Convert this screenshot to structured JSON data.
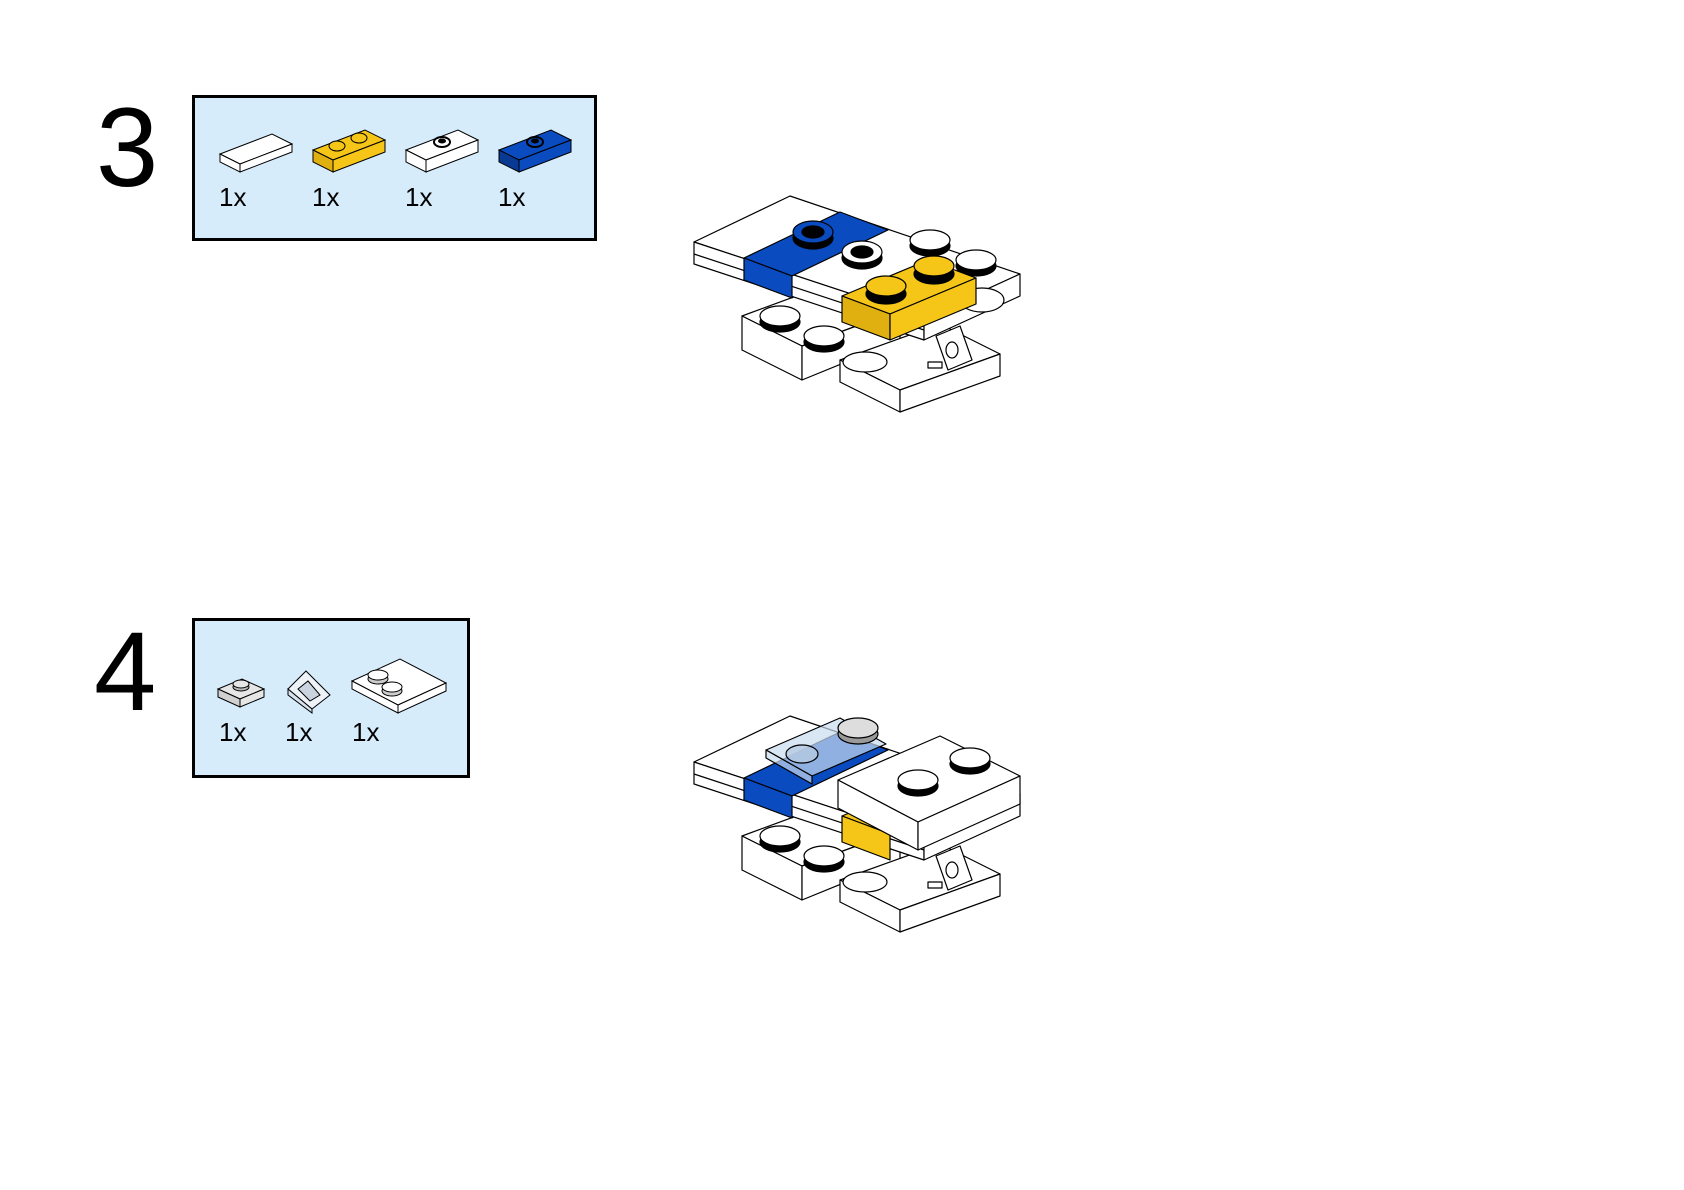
{
  "steps": [
    {
      "number": "3",
      "parts": [
        {
          "qty": "1x",
          "icon": "white-tile-1x2-icon"
        },
        {
          "qty": "1x",
          "icon": "yellow-plate-1x2-icon"
        },
        {
          "qty": "1x",
          "icon": "white-jumper-plate-1x2-icon"
        },
        {
          "qty": "1x",
          "icon": "blue-jumper-plate-1x2-icon"
        }
      ]
    },
    {
      "number": "4",
      "parts": [
        {
          "qty": "1x",
          "icon": "gray-plate-1x1-icon"
        },
        {
          "qty": "1x",
          "icon": "trans-clear-slope-icon"
        },
        {
          "qty": "1x",
          "icon": "white-plate-2x2-icon"
        }
      ]
    }
  ],
  "colors": {
    "panel": "#d6ecfb",
    "brick_blue": "#0a4bbf",
    "brick_yellow": "#f5c518",
    "brick_white": "#ffffff",
    "trans_clear": "#c9dcef"
  }
}
